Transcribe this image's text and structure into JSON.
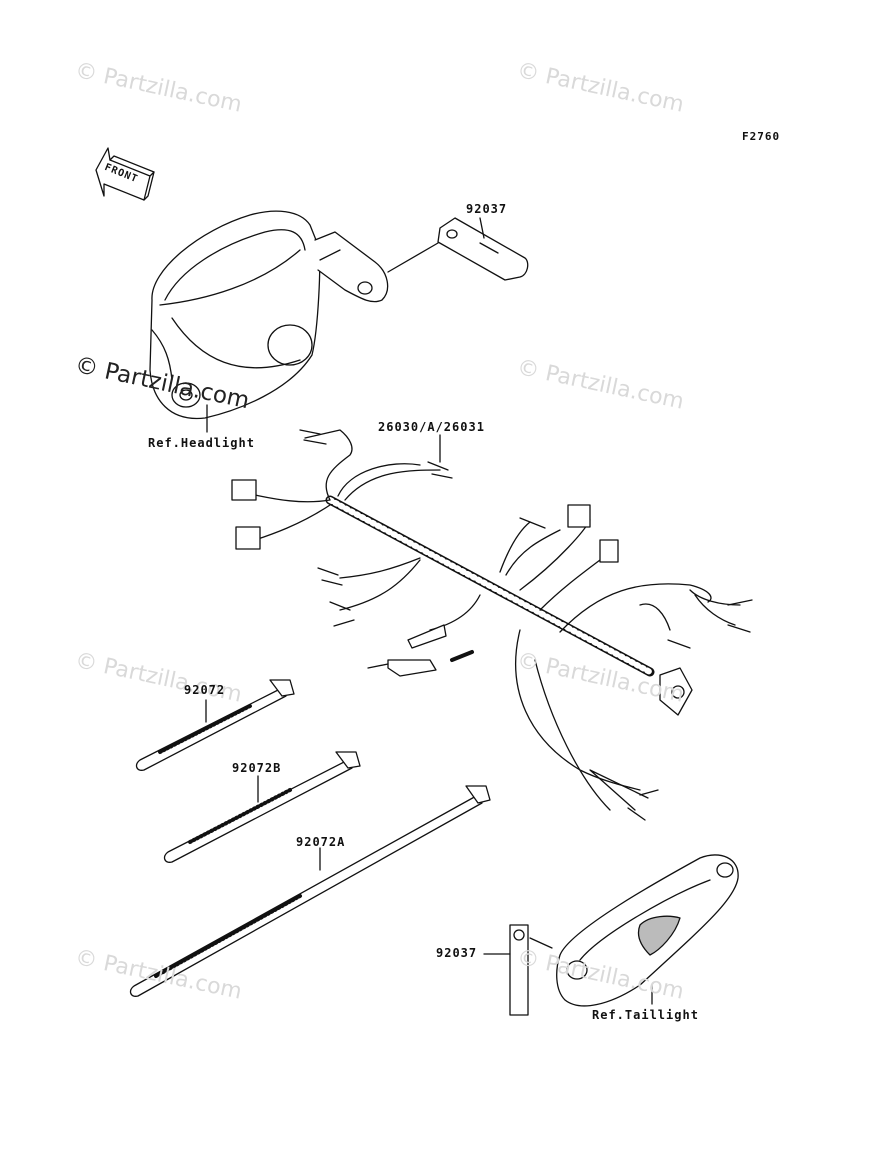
{
  "figure_code": "F2760",
  "front_label": "FRONT",
  "parts": {
    "bracket_front": "92037",
    "harness": "26030/A/26031",
    "strap_short": "92072",
    "strap_mid": "92072B",
    "strap_long": "92072A",
    "bracket_rear": "92037"
  },
  "refs": {
    "headlight": "Ref.Headlight",
    "taillight": "Ref.Taillight"
  },
  "watermark": "© Partzilla.com"
}
